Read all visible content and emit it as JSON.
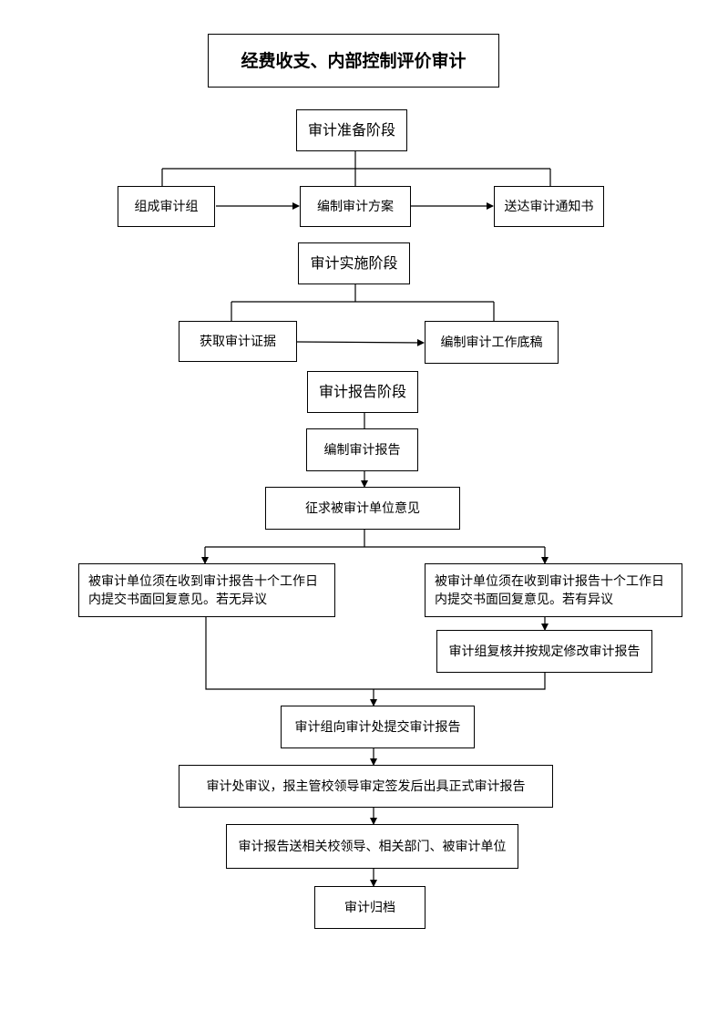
{
  "title": "经费收支、内部控制评价审计",
  "stages": {
    "prep": "审计准备阶段",
    "impl": "审计实施阶段",
    "report": "审计报告阶段"
  },
  "steps": {
    "form_team": "组成审计组",
    "make_plan": "编制审计方案",
    "send_notice": "送达审计通知书",
    "get_evidence": "获取审计证据",
    "make_workpaper": "编制审计工作底稿",
    "make_report": "编制审计报告",
    "seek_opinion": "征求被审计单位意见",
    "no_objection": "被审计单位须在收到审计报告十个工作日内提交书面回复意见。若无异议",
    "has_objection": "被审计单位须在收到审计报告十个工作日内提交书面回复意见。若有异议",
    "revise": "审计组复核并按规定修改审计报告",
    "submit": "审计组向审计处提交审计报告",
    "approve": "审计处审议，报主管校领导审定签发后出具正式审计报告",
    "distribute": "审计报告送相关校领导、相关部门、被审计单位",
    "archive": "审计归档"
  }
}
